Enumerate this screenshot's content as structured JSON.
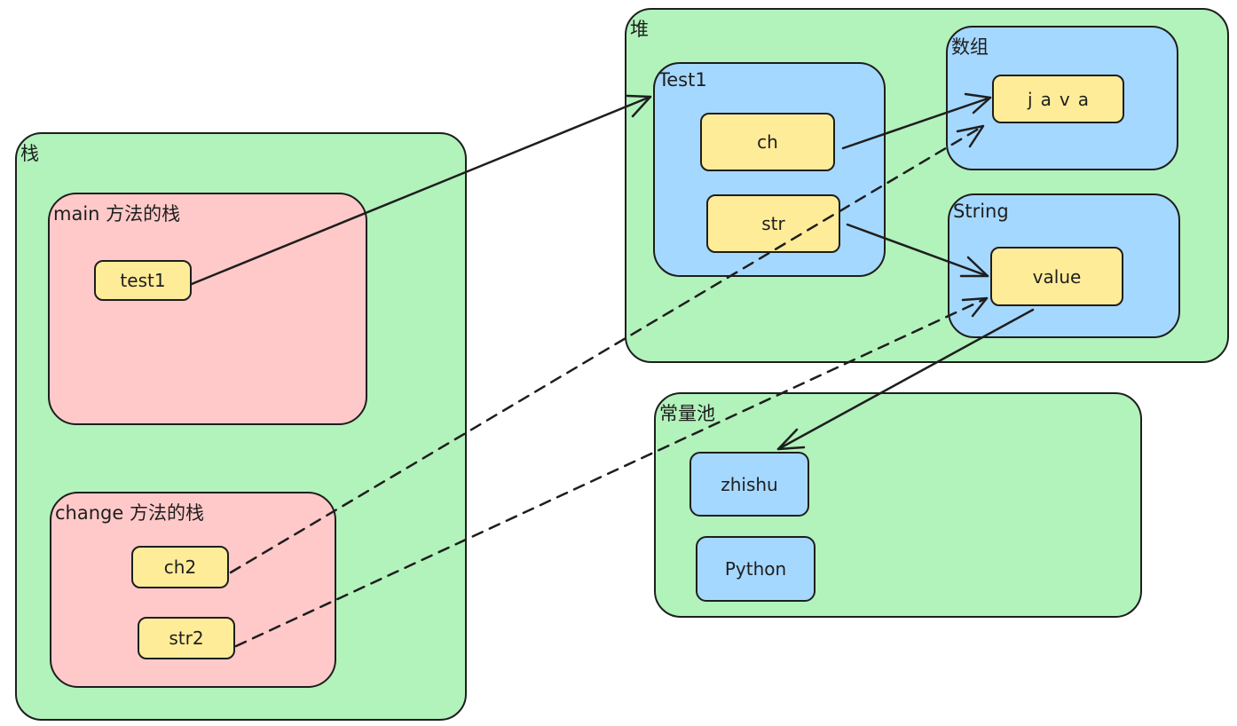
{
  "diagram": {
    "title": "Java memory model: stack, heap and constant pool",
    "colors": {
      "region_fill": "#b2f2bb",
      "frame_fill": "#ffc9c9",
      "object_fill": "#a5d8ff",
      "field_fill": "#ffec99",
      "stroke": "#1e1e1e"
    },
    "stack": {
      "label": "栈",
      "frames": [
        {
          "label": "main 方法的栈",
          "vars": [
            "test1"
          ]
        },
        {
          "label": "change 方法的栈",
          "vars": [
            "ch2",
            "str2"
          ]
        }
      ]
    },
    "heap": {
      "label": "堆",
      "test1_obj": {
        "label": "Test1",
        "fields": [
          "ch",
          "str"
        ]
      },
      "array_obj": {
        "label": "数组",
        "content": "java"
      },
      "string_obj": {
        "label": "String",
        "field": "value"
      }
    },
    "constant_pool": {
      "label": "常量池",
      "items": [
        "zhishu",
        "Python"
      ]
    },
    "edges": [
      {
        "from": "test1",
        "to": "Test1",
        "style": "solid"
      },
      {
        "from": "ch",
        "to": "java",
        "style": "solid"
      },
      {
        "from": "str",
        "to": "value",
        "style": "solid"
      },
      {
        "from": "value",
        "to": "zhishu",
        "style": "solid"
      },
      {
        "from": "ch2",
        "to": "java",
        "style": "dashed"
      },
      {
        "from": "str2",
        "to": "value",
        "style": "dashed"
      }
    ]
  }
}
